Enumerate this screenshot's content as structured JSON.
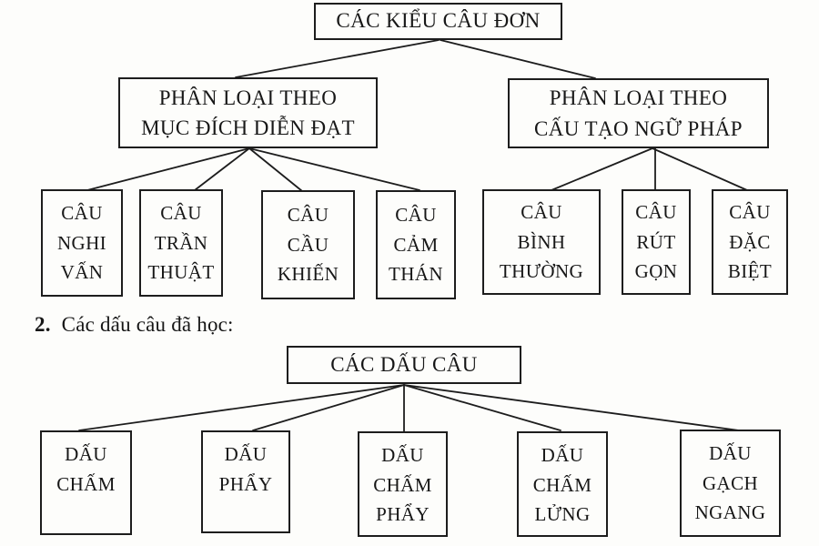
{
  "page": {
    "background": "#fdfdfb",
    "ink_color": "#1d1d1d",
    "kind": "scanned textbook tree diagrams"
  },
  "tree1": {
    "root": "CÁC KIỂU CÂU ĐƠN",
    "branches": [
      {
        "label": "PHÂN LOẠI THEO\nMỤC ĐÍCH DIỄN ĐẠT",
        "children": [
          "CÂU\nNGHI\nVẤN",
          "CÂU\nTRẦN\nTHUẬT",
          "CÂU\nCẦU\nKHIẾN",
          "CÂU\nCẢM\nTHÁN"
        ]
      },
      {
        "label": "PHÂN LOẠI THEO\nCẤU TẠO NGỮ PHÁP",
        "children": [
          "CÂU\nBÌNH\nTHƯỜNG",
          "CÂU\nRÚT\nGỌN",
          "CÂU\nĐẶC\nBIỆT"
        ]
      }
    ]
  },
  "section": {
    "number": "2.",
    "label": "Các dấu câu đã học:"
  },
  "tree2": {
    "root": "CÁC DẤU CÂU",
    "children": [
      "DẤU\nCHẤM",
      "DẤU\nPHẨY",
      "DẤU\nCHẤM\nPHẨY",
      "DẤU\nCHẤM\nLỬNG",
      "DẤU\nGẠCH\nNGANG"
    ]
  }
}
